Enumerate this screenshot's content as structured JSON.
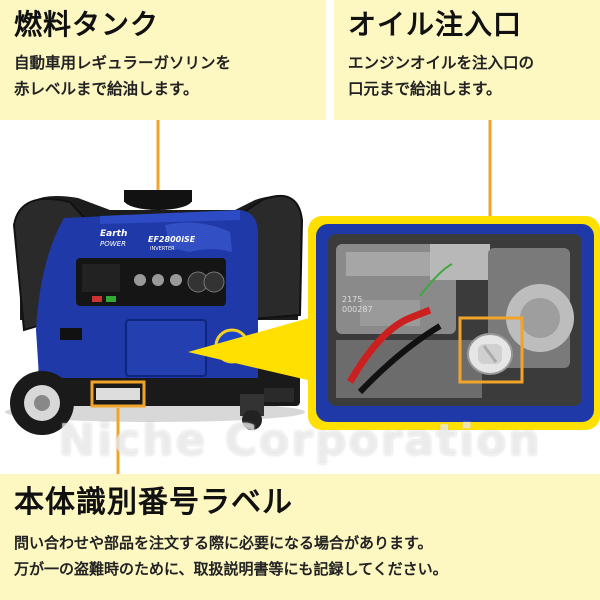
{
  "fuel": {
    "title": "燃料タンク",
    "desc_line1": "自動車用レギュラーガソリンを",
    "desc_line2": "赤レベルまで給油します。"
  },
  "oil": {
    "title": "オイル注入口",
    "desc_line1": "エンジンオイルを注入口の",
    "desc_line2": "口元まで給油します。"
  },
  "label": {
    "title": "本体識別番号ラベル",
    "desc_line1": "問い合わせや部品を注文する際に必要になる場合があります。",
    "desc_line2": "万が一の盗難時のために、取扱説明書等にも記録してください。"
  },
  "generator": {
    "brand_line1": "Earth",
    "brand_line2": "POWER",
    "model": "EF2800iSE",
    "type": "INVERTER"
  },
  "engine": {
    "serial_1": "2175",
    "serial_2": "000287"
  },
  "watermark": "Niche Corporation",
  "colors": {
    "panel_bg": "#fdf7c2",
    "accent_orange": "#f2a42a",
    "body_blue": "#1f3aa8",
    "inset_border": "#ffe000"
  }
}
